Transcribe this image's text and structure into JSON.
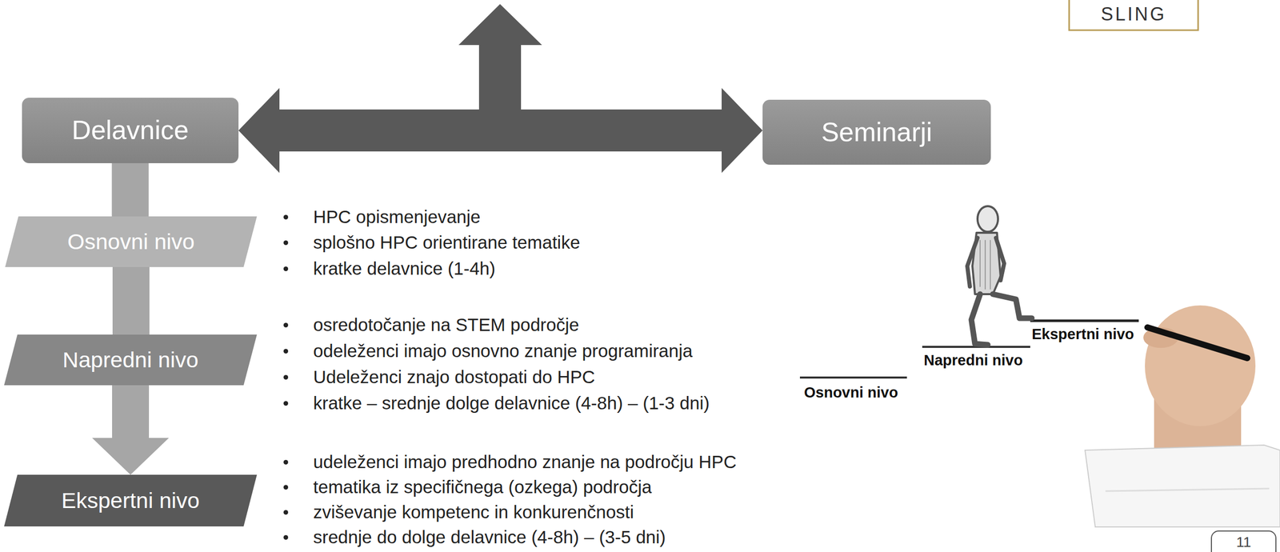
{
  "diagram": {
    "nodes": [
      {
        "text": [
          "Delavnice"
        ]
      },
      {
        "text": [
          "Seminarji"
        ]
      },
      {
        "text": [
          "Osnovni nivo"
        ]
      },
      {
        "text": [
          "Napredni nivo"
        ]
      },
      {
        "text": [
          "Ekspertni nivo"
        ]
      }
    ],
    "edges": [
      {
        "from": 0,
        "to": 1,
        "arrow": "both"
      },
      {
        "from": 0,
        "to": 2,
        "arrow": "none"
      },
      {
        "from": 2,
        "to": 3,
        "arrow": "none"
      },
      {
        "from": 3,
        "to": 4,
        "arrow": "to"
      }
    ],
    "labels": [
      "HPC opismenjevanje",
      "splošno HPC orientirane tematike",
      "kratke delavnice (1-4h)",
      "osredotočanje na STEM področje",
      "odeleženci imajo osnovno znanje programiranja",
      "Udeleženci znajo dostopati do HPC",
      "kratke – srednje dolge delavnice (4-8h) – (1-3 dni)",
      "udeleženci imajo predhodno znanje na področju HPC",
      "tematika iz specifičnega (ozkega) področja",
      "zviševanje kompetenc in konkurenčnosti",
      "srednje do dolge delavnice (4-8h) – (3-5 dni)",
      "Ekspertni nivo",
      "Napredni nivo",
      "Osnovni nivo",
      "SLING",
      "11"
    ]
  }
}
